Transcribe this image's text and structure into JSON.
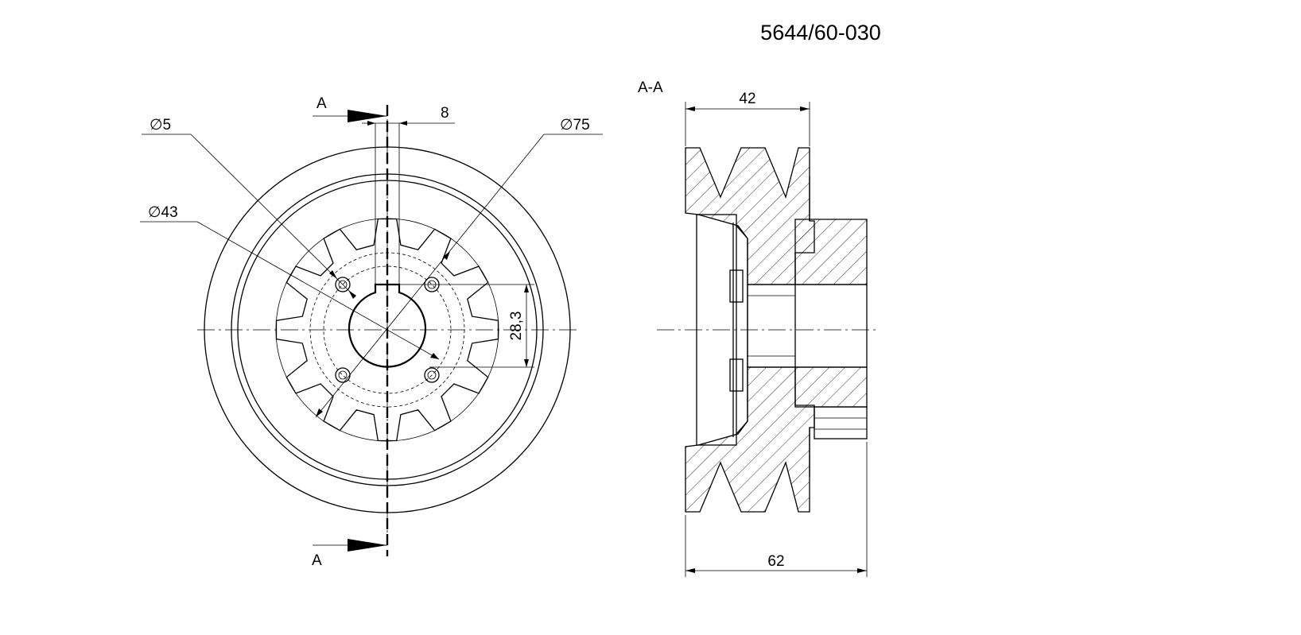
{
  "title": "5644/60-030",
  "section_name": "A-A",
  "cut_label_top": "A",
  "cut_label_bottom": "A",
  "dimensions": {
    "hole_dia": "∅5",
    "bolt_circle_dia": "∅43",
    "gear_dia": "∅75",
    "key_width": "8",
    "key_height": "28,3",
    "hub_width": "42",
    "overall_width": "62"
  }
}
